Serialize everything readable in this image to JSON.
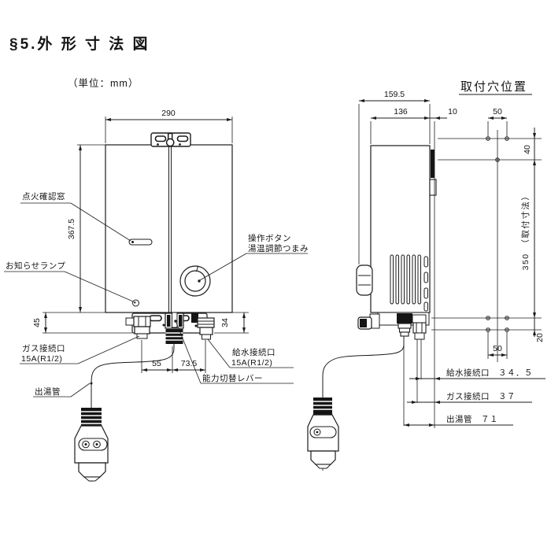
{
  "page": {
    "title": "§5.外 形 寸 法 図",
    "unit_note": "（単位：mm）"
  },
  "front_view": {
    "dim_width": "290",
    "dim_height": "367.5",
    "dim_bottom_left": "45",
    "dim_bottom_right": "34",
    "dim_pitch_left": "55",
    "dim_pitch_right": "73.5",
    "label_ignition_window": "点火確認窓",
    "label_notice_lamp": "お知らせランプ",
    "label_operation_button": "操作ボタン",
    "label_temp_knob": "湯温調節つまみ",
    "label_gas_port": "ガス接続口",
    "label_gas_port_size": "15A(R1/2)",
    "label_water_port": "給水接続口",
    "label_water_port_size": "15A(R1/2)",
    "label_capacity_lever": "能力切替レバー",
    "label_outlet_pipe": "出湯管"
  },
  "side_view": {
    "dim_depth_total": "159.5",
    "dim_depth_body": "136",
    "dim_wall_gap": "10",
    "offset_water": "給水接続口　３４．５",
    "offset_gas": "ガス接続口　３７",
    "offset_outlet": "出湯管　７１"
  },
  "mounting_holes": {
    "title": "取付穴位置",
    "pitch_top": "50",
    "offset_top": "40",
    "span": "350　（取付寸法）",
    "offset_bottom": "20",
    "pitch_bottom": "50"
  }
}
